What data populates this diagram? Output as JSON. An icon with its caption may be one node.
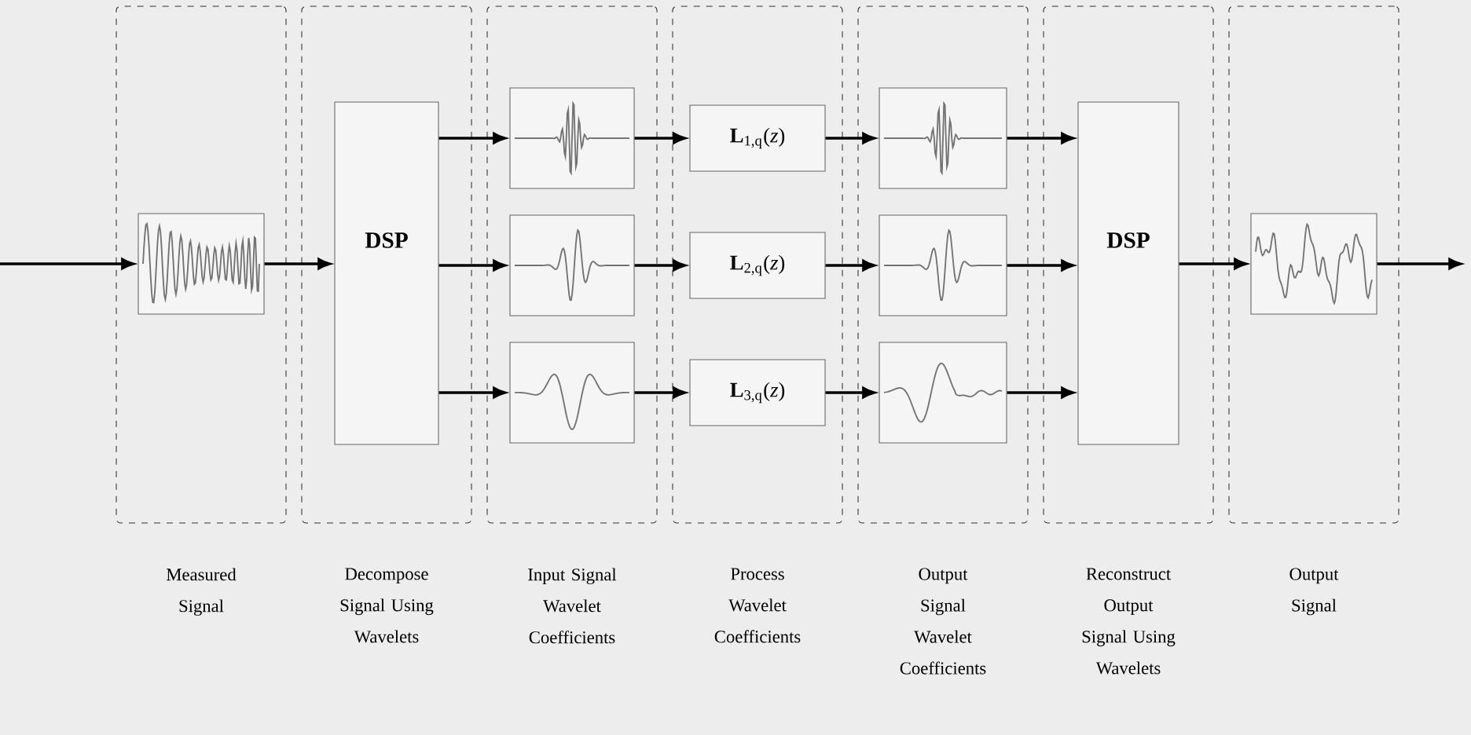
{
  "diagram": {
    "nodes": [
      {
        "text": [
          "Measured Signal"
        ]
      },
      {
        "text": [
          "Decompose Signal Using Wavelets"
        ]
      },
      {
        "text": [
          "Input Signal Wavelet Coefficients"
        ]
      },
      {
        "text": [
          "Process Wavelet Coefficients"
        ]
      },
      {
        "text": [
          "Output Signal Wavelet Coefficients"
        ]
      },
      {
        "text": [
          "Reconstruct Output Signal Using Wavelets"
        ]
      },
      {
        "text": [
          "Output Signal"
        ]
      },
      {
        "text": [],
        "shape": "picture",
        "in": 0
      },
      {
        "text": [
          "DSP"
        ],
        "in": 1
      },
      {
        "text": [],
        "shape": "picture",
        "in": 2
      },
      {
        "text": [],
        "shape": "picture",
        "in": 2
      },
      {
        "text": [],
        "shape": "picture",
        "in": 2
      },
      {
        "text": [
          "**L**$_{1,q}$(*z*)"
        ],
        "in": 3
      },
      {
        "text": [
          "**L**$_{2,q}$(*z*)"
        ],
        "in": 3
      },
      {
        "text": [
          "**L**$_{3,q}$(*z*)"
        ],
        "in": 3
      },
      {
        "text": [],
        "shape": "picture",
        "in": 4
      },
      {
        "text": [],
        "shape": "picture",
        "in": 4
      },
      {
        "text": [],
        "shape": "picture",
        "in": 4
      },
      {
        "text": [
          "DSP"
        ],
        "in": 5
      },
      {
        "text": [],
        "shape": "picture",
        "in": 6
      }
    ],
    "edges": [
      {
        "from": null,
        "to": 7,
        "arrow": "to"
      },
      {
        "from": 7,
        "to": 8,
        "arrow": "to"
      },
      {
        "from": 8,
        "to": 9,
        "arrow": "to"
      },
      {
        "from": 8,
        "to": 10,
        "arrow": "to"
      },
      {
        "from": 8,
        "to": 11,
        "arrow": "to"
      },
      {
        "from": 9,
        "to": 12,
        "arrow": "to"
      },
      {
        "from": 10,
        "to": 13,
        "arrow": "to"
      },
      {
        "from": 11,
        "to": 14,
        "arrow": "to"
      },
      {
        "from": 12,
        "to": 15,
        "arrow": "to"
      },
      {
        "from": 13,
        "to": 16,
        "arrow": "to"
      },
      {
        "from": 14,
        "to": 17,
        "arrow": "to"
      },
      {
        "from": 15,
        "to": 18,
        "arrow": "to"
      },
      {
        "from": 16,
        "to": 18,
        "arrow": "to"
      },
      {
        "from": 17,
        "to": 18,
        "arrow": "to"
      },
      {
        "from": 18,
        "to": 19,
        "arrow": "to"
      },
      {
        "from": 19,
        "to": null,
        "arrow": "to"
      }
    ]
  }
}
